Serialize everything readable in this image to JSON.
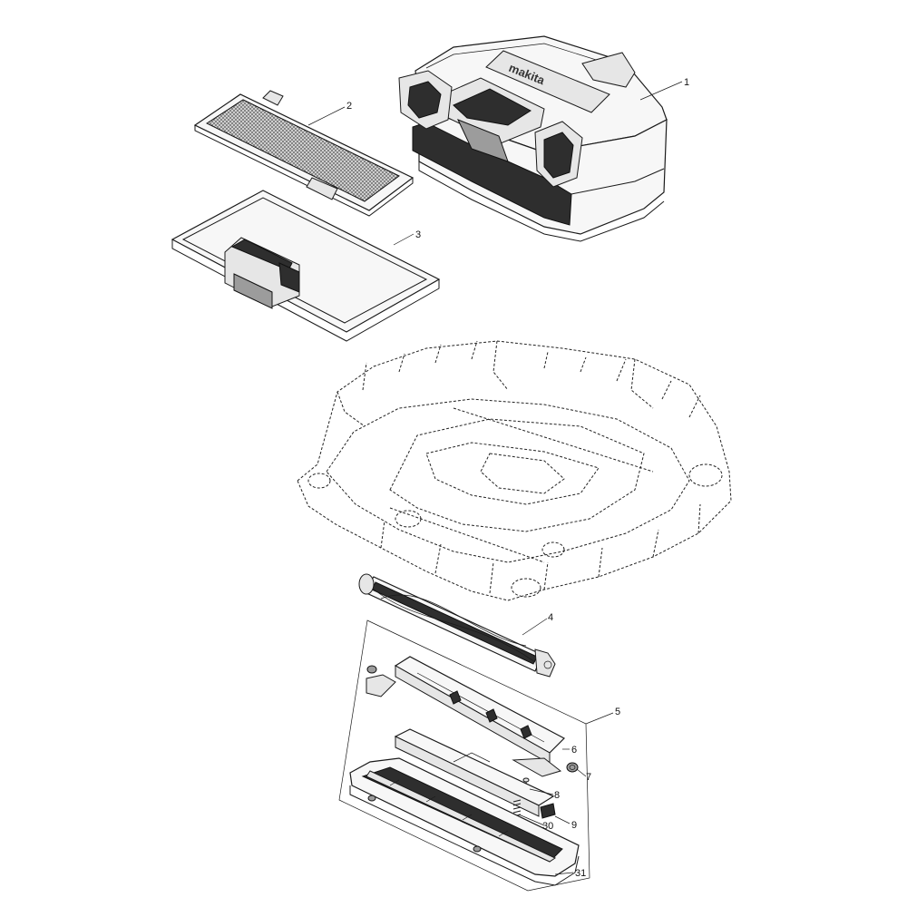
{
  "callouts": {
    "c1": "1",
    "c2": "2",
    "c3": "3",
    "c4": "4",
    "c5": "5",
    "c6": "6",
    "c7": "7",
    "c8": "8",
    "c9": "9",
    "c30": "30",
    "c31": "31"
  },
  "parts": {
    "dust_box_logo": "makita"
  },
  "colors": {
    "line": "#1a1a1a",
    "fill": "#f7f7f7",
    "dark": "#2e2e2e"
  }
}
